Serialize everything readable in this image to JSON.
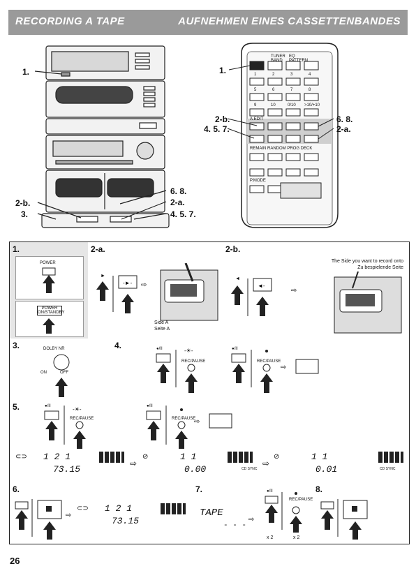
{
  "header": {
    "title_en": "RECORDING A TAPE",
    "title_de": "AUFNEHMEN EINES CASSETTENBANDES"
  },
  "stereo_callouts": {
    "c1": "1.",
    "c2b": "2-b.",
    "c3": "3.",
    "c68": "6. 8.",
    "c2a": "2-a.",
    "c457": "4. 5. 7."
  },
  "remote": {
    "callouts": {
      "c1": "1.",
      "c2b": "2-b.",
      "c457": "4. 5. 7.",
      "c68": "6. 8.",
      "c2a": "2-a."
    },
    "labels": {
      "tuner": "TUNER BAND",
      "eq": "EQ PATTERN",
      "row_labels": "REMAIN RANDOM PROG DECK",
      "pmode": "P.MODE",
      "aedit": "A.EDIT"
    },
    "digits": [
      "1",
      "2",
      "3",
      "4",
      "5",
      "6",
      "7",
      "8",
      "9",
      "10",
      "0/10",
      ">10/+10"
    ]
  },
  "step1": {
    "num": "1.",
    "power": "POWER",
    "power_standby": "POWER ON/STANDBY"
  },
  "step2a": {
    "num": "2-a.",
    "side_en": "Side A",
    "side_de": "Seite A"
  },
  "step2b": {
    "num": "2-b.",
    "note_en": "The Side you want to record onto",
    "note_de": "Zu bespielende Seite"
  },
  "step3": {
    "num": "3.",
    "dolby": "DOLBY NR",
    "on": "ON",
    "off": "OFF"
  },
  "step4": {
    "num": "4.",
    "rec": "●/II",
    "recpause": "REC/PAUSE"
  },
  "step5": {
    "num": "5.",
    "rec": "●/II",
    "recpause": "REC/PAUSE",
    "display1": {
      "top": "1  2  1",
      "bottom": "73.15"
    },
    "display2": {
      "top": "1   1",
      "bottom": "0.00",
      "tag": "CD SYNC"
    },
    "display3": {
      "top": "1   1",
      "bottom": "0.01",
      "tag": "CD SYNC"
    }
  },
  "step6": {
    "num": "6.",
    "display": {
      "top": "1  2  1",
      "bottom": "73.15"
    }
  },
  "step7": {
    "num": "7.",
    "lcd": "TAPE",
    "dashes": "- - -",
    "rec": "●/II",
    "recpause": "REC/PAUSE",
    "x2a": "x 2",
    "x2b": "x 2"
  },
  "step8": {
    "num": "8."
  },
  "page_number": "26"
}
